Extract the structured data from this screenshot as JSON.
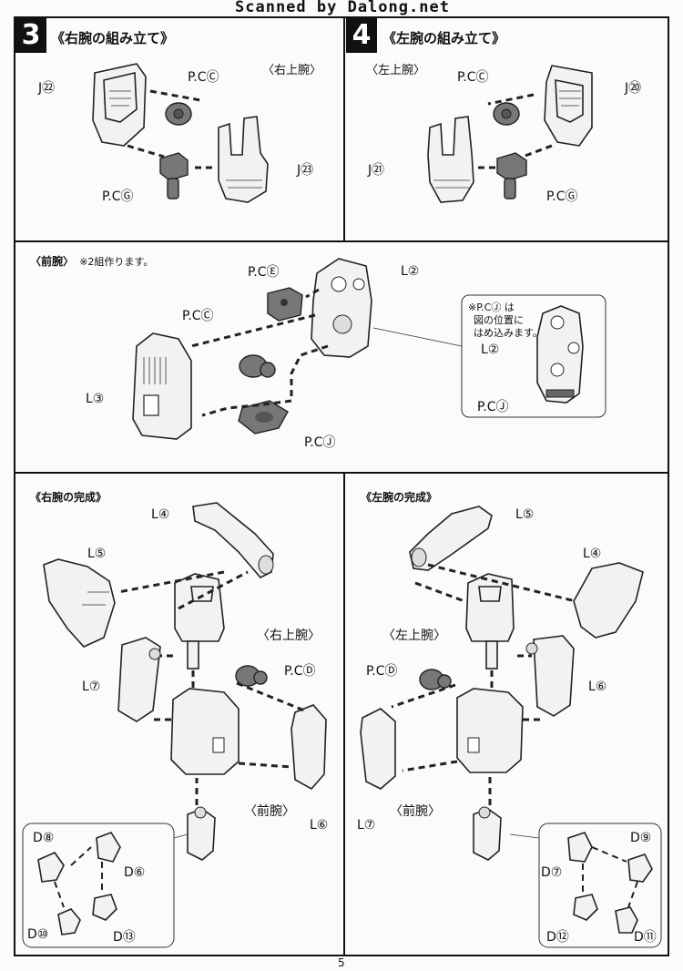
{
  "watermark": "Scanned by Dalong.net",
  "corner_tag": "",
  "page_number": "5",
  "step3": {
    "num": "3",
    "title": "《右腕の組み立て》",
    "sub": "〈右上腕〉",
    "labels": {
      "j22": "J㉒",
      "pcc": "P.CⒸ",
      "pcg": "P.CⒼ",
      "j23": "J㉓"
    }
  },
  "step4": {
    "num": "4",
    "title": "《左腕の組み立て》",
    "sub": "〈左上腕〉",
    "labels": {
      "pcc": "P.CⒸ",
      "j20": "J⑳",
      "j21": "J㉑",
      "pcg": "P.CⒼ"
    }
  },
  "forearm": {
    "title": "〈前腕〉",
    "note": "※2組作ります。",
    "labels": {
      "pce": "P.CⒺ",
      "l2": "L②",
      "pcc": "P.CⒸ",
      "l3": "L③",
      "pcj": "P.CⒿ"
    },
    "inset": {
      "note_l1": "※P.CⒿ は",
      "note_l2": "図の位置に",
      "note_l3": "はめ込みます。",
      "l2": "L②",
      "pcj": "P.CⒿ"
    }
  },
  "right_done": {
    "title": "《右腕の完成》",
    "labels": {
      "l4": "L④",
      "l5": "L⑤",
      "upper": "〈右上腕〉",
      "l7": "L⑦",
      "pcd": "P.CⒹ",
      "forearm": "〈前腕〉",
      "l6": "L⑥",
      "d8": "D⑧",
      "d6": "D⑥",
      "d10": "D⑩",
      "d13": "D⑬"
    }
  },
  "left_done": {
    "title": "《左腕の完成》",
    "labels": {
      "l5": "L⑤",
      "l4": "L④",
      "upper": "〈左上腕〉",
      "pcd": "P.CⒹ",
      "l6": "L⑥",
      "l7": "L⑦",
      "forearm": "〈前腕〉",
      "d9": "D⑨",
      "d7": "D⑦",
      "d12": "D⑫",
      "d11": "D⑪"
    }
  }
}
